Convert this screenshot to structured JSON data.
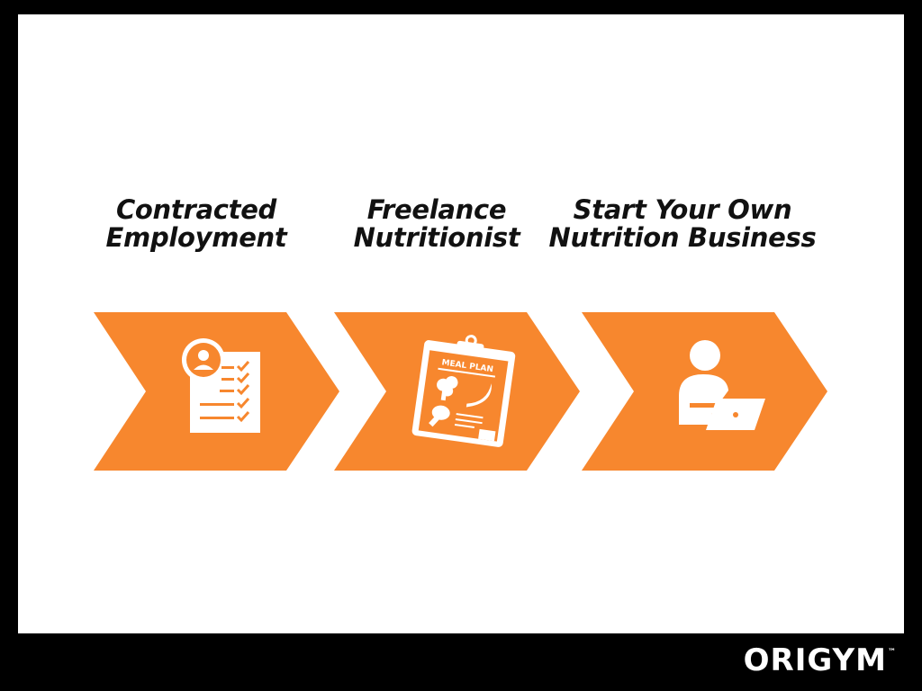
{
  "steps": [
    {
      "line1": "Contracted",
      "line2": "Employment",
      "icon": "contract-checklist-icon"
    },
    {
      "line1": "Freelance",
      "line2": "Nutritionist",
      "icon": "meal-plan-clipboard-icon",
      "icon_text": "MEAL PLAN"
    },
    {
      "line1": "Start Your Own",
      "line2": "Nutrition Business",
      "icon": "person-laptop-icon"
    }
  ],
  "brand": {
    "name": "ORIGYM",
    "trademark": "™"
  },
  "colors": {
    "accent": "#f7872e",
    "frame": "#000000",
    "panel": "#ffffff",
    "text": "#111111"
  }
}
